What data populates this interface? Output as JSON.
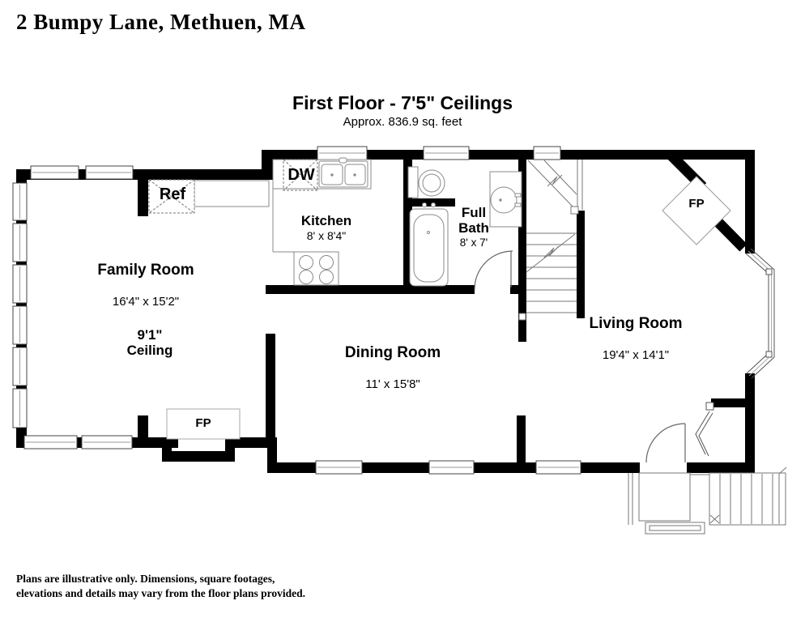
{
  "header": {
    "address": "2 Bumpy Lane, Methuen, MA",
    "plan_title": "First Floor - 7'5\" Ceilings",
    "plan_subtitle": "Approx. 836.9 sq. feet"
  },
  "rooms": {
    "family": {
      "name": "Family Room",
      "dims": "16'4\" x 15'2\""
    },
    "family_ceiling": {
      "height": "9'1\"",
      "word": "Ceiling"
    },
    "kitchen": {
      "name": "Kitchen",
      "dims": "8' x 8'4\""
    },
    "full_bath": {
      "name": "Full Bath",
      "dims": "8' x 7'"
    },
    "dining": {
      "name": "Dining Room",
      "dims": "11' x 15'8\""
    },
    "living": {
      "name": "Living Room",
      "dims": "19'4\" x 14'1\""
    }
  },
  "labels": {
    "refrigerator": "Ref",
    "dishwasher": "DW",
    "fireplace_living": "FP",
    "fireplace_family": "FP"
  },
  "footer": {
    "line1": "Plans are illustrative only. Dimensions, square footages,",
    "line2": "elevations and details may vary from the floor plans provided."
  },
  "colors": {
    "wall": "#000000",
    "fixture_line": "#8a8a8a",
    "window_line": "#444444",
    "background": "#ffffff"
  }
}
